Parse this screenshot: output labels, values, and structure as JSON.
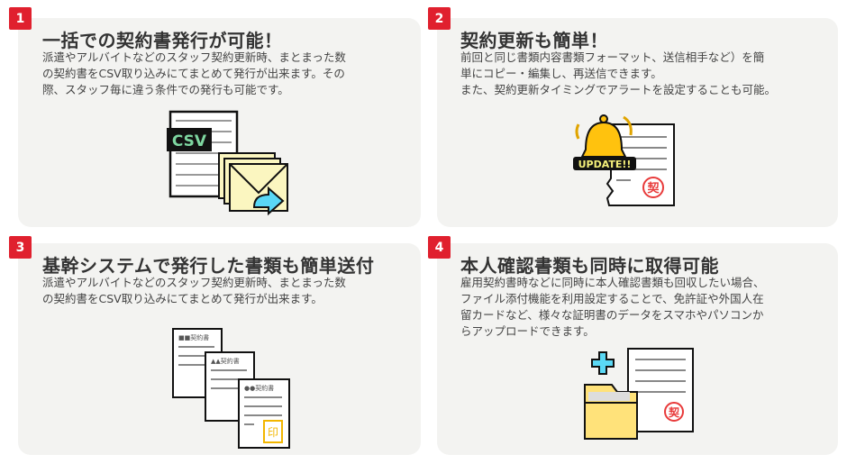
{
  "features": [
    {
      "number": "1",
      "title": "一括での契約書発行が可能！",
      "lines": [
        "派遣やアルバイトなどのスタッフ契約更新時、まとまった数",
        "の契約書をCSV取り込みにてまとめて発行が出来ます。その",
        "際、スタッフ毎に違う条件での発行も可能です。"
      ],
      "illustration_label": "CSV"
    },
    {
      "number": "2",
      "title": "契約更新も簡単！",
      "lines": [
        "前回と同じ書類内容書類フォーマット、送信相手など）を簡",
        "単にコピー・編集し、再送信できます。",
        "また、契約更新タイミングでアラートを設定することも可能。"
      ],
      "illustration_label": "UPDATE!!",
      "stamp": "契"
    },
    {
      "number": "3",
      "title": "基幹システムで発行した書類も簡単送付",
      "lines": [
        "派遣やアルバイトなどのスタッフ契約更新時、まとまった数",
        "の契約書をCSV取り込みにてまとめて発行が出来ます。"
      ],
      "doc_labels": [
        "■■契約書",
        "▲▲契約書",
        "●●契約書"
      ],
      "stamp": "印"
    },
    {
      "number": "4",
      "title": "本人確認書類も同時に取得可能",
      "lines": [
        "雇用契約書時などに同時に本人確認書類も回収したい場合、",
        "ファイル添付機能を利用設定することで、免許証や外国人在",
        "留カードなど、様々な証明書のデータをスマホやパソコンか",
        "らアップロードできます。"
      ],
      "stamp": "契"
    }
  ],
  "colors": {
    "badge": "#e0202e",
    "card": "#f3f3f1",
    "accent_cyan": "#5ad8f5",
    "accent_yellow": "#ffe27a"
  }
}
